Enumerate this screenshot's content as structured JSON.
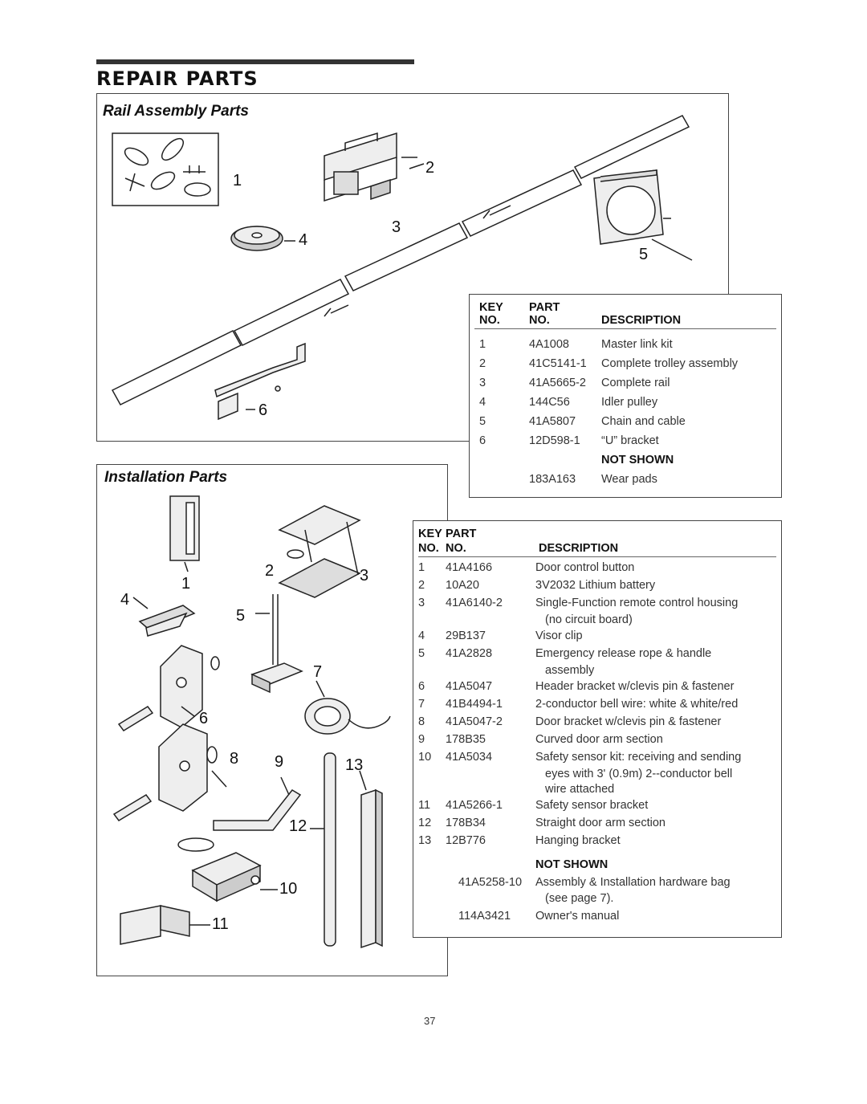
{
  "page": {
    "title": "REPAIR PARTS",
    "page_number": "37"
  },
  "rail": {
    "section_title": "Rail Assembly Parts",
    "callouts": [
      "1",
      "2",
      "3",
      "4",
      "5",
      "6"
    ],
    "headers": {
      "key_line1": "KEY",
      "key_line2": "NO.",
      "part_line1": "PART",
      "part_line2": "NO.",
      "description": "DESCRIPTION"
    },
    "rows": [
      {
        "key": "1",
        "part": "4A1008",
        "desc": "Master link kit"
      },
      {
        "key": "2",
        "part": "41C5141-1",
        "desc": "Complete trolley assembly"
      },
      {
        "key": "3",
        "part": "41A5665-2",
        "desc": "Complete rail"
      },
      {
        "key": "4",
        "part": "144C56",
        "desc": "Idler pulley"
      },
      {
        "key": "5",
        "part": "41A5807",
        "desc": "Chain and cable"
      },
      {
        "key": "6",
        "part": "12D598-1",
        "desc": "“U” bracket"
      }
    ],
    "not_shown_label": "NOT SHOWN",
    "not_shown": [
      {
        "part": "183A163",
        "desc": "Wear pads"
      }
    ]
  },
  "installation": {
    "section_title": "Installation Parts",
    "callouts": [
      "1",
      "2",
      "3",
      "4",
      "5",
      "6",
      "7",
      "8",
      "9",
      "10",
      "11",
      "12",
      "13"
    ],
    "headers": {
      "key_line1": "KEY",
      "key_line2": "NO.",
      "part_line1": "PART",
      "part_line2": "NO.",
      "description": "DESCRIPTION"
    },
    "rows": [
      {
        "key": "1",
        "part": "41A4166",
        "desc": "Door control button",
        "desc2": ""
      },
      {
        "key": "2",
        "part": "10A20",
        "desc": "3V2032 Lithium battery",
        "desc2": ""
      },
      {
        "key": "3",
        "part": "41A6140-2",
        "desc": "Single-Function remote control housing",
        "desc2": "(no circuit board)"
      },
      {
        "key": "4",
        "part": "29B137",
        "desc": "Visor clip",
        "desc2": ""
      },
      {
        "key": "5",
        "part": "41A2828",
        "desc": "Emergency release rope & handle",
        "desc2": "assembly"
      },
      {
        "key": "6",
        "part": "41A5047",
        "desc": "Header bracket w/clevis pin & fastener",
        "desc2": ""
      },
      {
        "key": "7",
        "part": "41B4494-1",
        "desc": "2-conductor bell wire: white & white/red",
        "desc2": ""
      },
      {
        "key": "8",
        "part": "41A5047-2",
        "desc": "Door bracket w/clevis pin & fastener",
        "desc2": ""
      },
      {
        "key": "9",
        "part": "178B35",
        "desc": "Curved door arm section",
        "desc2": ""
      },
      {
        "key": "10",
        "part": "41A5034",
        "desc": "Safety sensor kit: receiving and sending",
        "desc2": "eyes with 3' (0.9m) 2--conductor bell",
        "desc3": "wire attached"
      },
      {
        "key": "11",
        "part": "41A5266-1",
        "desc": "Safety sensor bracket",
        "desc2": ""
      },
      {
        "key": "12",
        "part": "178B34",
        "desc": "Straight door arm section",
        "desc2": ""
      },
      {
        "key": "13",
        "part": "12B776",
        "desc": "Hanging bracket",
        "desc2": ""
      }
    ],
    "not_shown_label": "NOT SHOWN",
    "not_shown": [
      {
        "part": "41A5258-10",
        "desc": "Assembly & Installation hardware bag",
        "desc2": "(see page 7)."
      },
      {
        "part": "114A3421",
        "desc": "Owner's manual",
        "desc2": ""
      }
    ]
  }
}
